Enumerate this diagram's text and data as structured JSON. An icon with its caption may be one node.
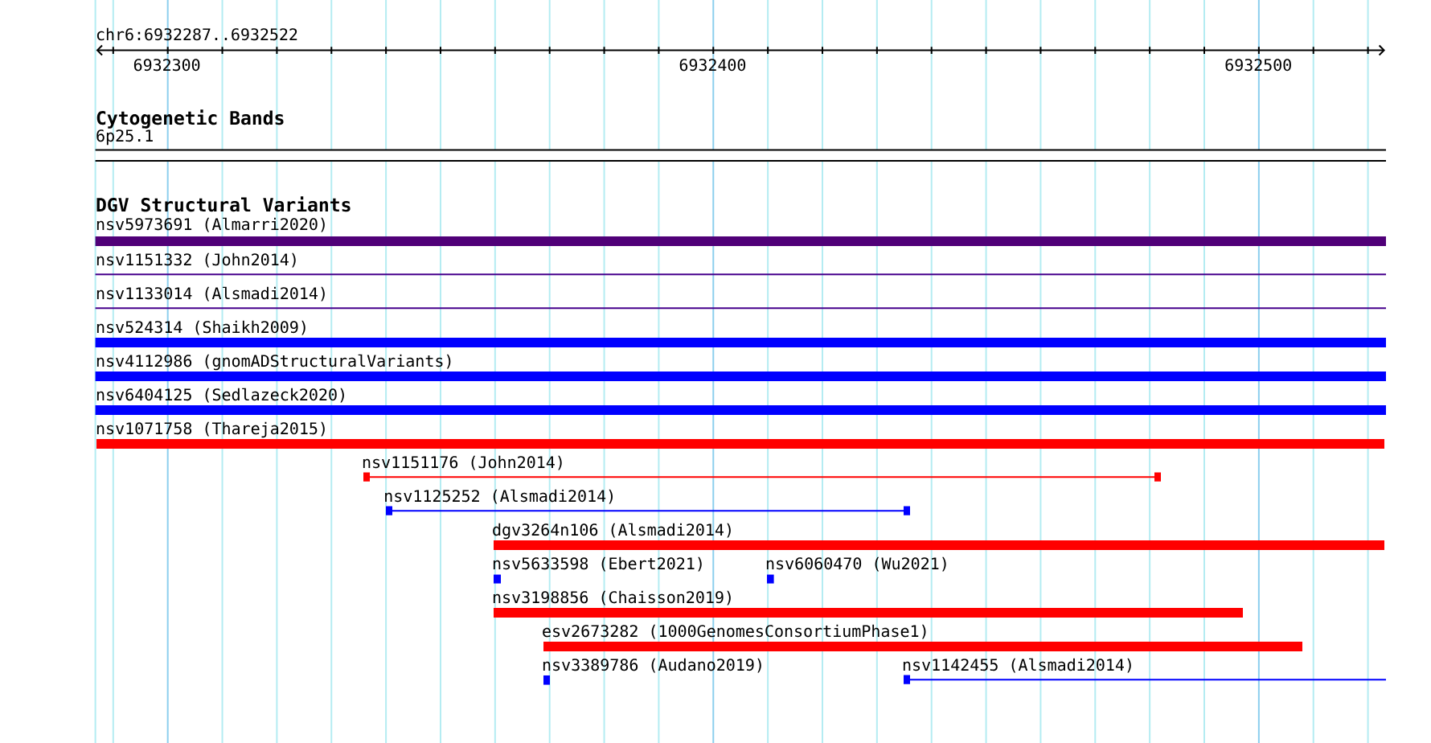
{
  "diagram": {
    "nodes": [
      {
        "text": [
          "6p25.1"
        ]
      },
      {
        "text": [
          "nsv5973691 (Almarri2020)"
        ]
      },
      {
        "text": [
          "nsv1151332 (John2014)"
        ]
      },
      {
        "text": [
          "nsv1133014 (Alsmadi2014)"
        ]
      },
      {
        "text": [
          "nsv524314 (Shaikh2009)"
        ]
      },
      {
        "text": [
          "nsv4112986 (gnomADStructuralVariants)"
        ]
      },
      {
        "text": [
          "nsv6404125 (Sedlazeck2020)"
        ]
      },
      {
        "text": [
          "nsv1071758 (Thareja2015)"
        ]
      },
      {
        "text": [
          "nsv1151176 (John2014)"
        ]
      },
      {
        "text": [
          "nsv1125252 (Alsmadi2014)"
        ]
      },
      {
        "text": [
          "dgv3264n106 (Alsmadi2014)"
        ]
      },
      {
        "text": [
          "nsv5633598 (Ebert2021)"
        ]
      },
      {
        "text": [
          "nsv6060470 (Wu2021)"
        ]
      },
      {
        "text": [
          "nsv3198856 (Chaisson2019)"
        ]
      },
      {
        "text": [
          "esv2673282 (1000GenomesConsortiumPhase1)"
        ]
      },
      {
        "text": [
          "nsv3389786 (Audano2019)"
        ]
      },
      {
        "text": [
          "nsv1142455 (Alsmadi2014)"
        ]
      }
    ],
    "labels": [
      "chr6:6932287..6932522",
      "6932300",
      "6932400",
      "6932500",
      "Cytogenetic Bands",
      "DGV Structural Variants"
    ]
  }
}
